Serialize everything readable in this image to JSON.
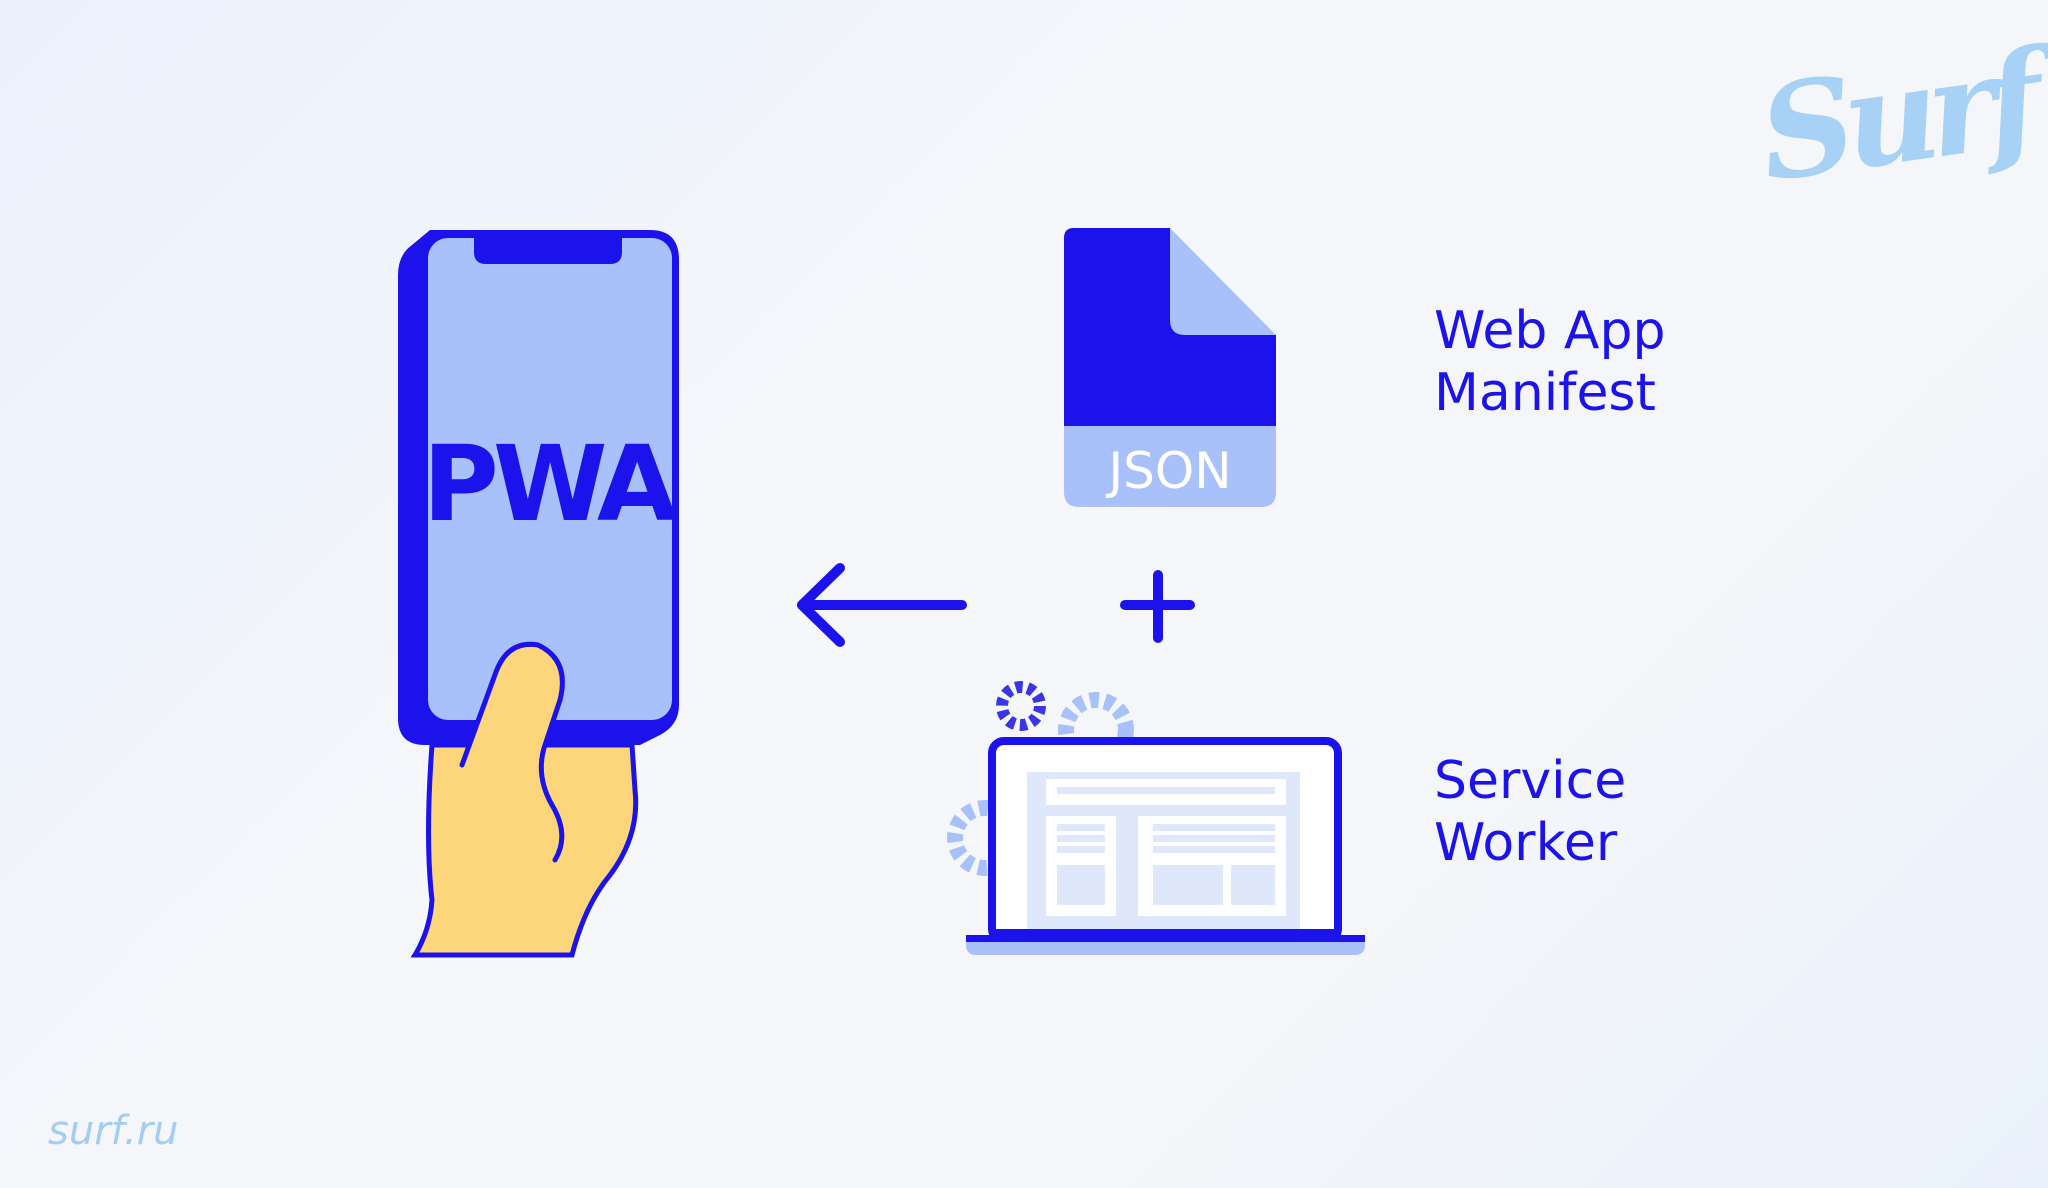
{
  "colors": {
    "primary": "#1c12ec",
    "light": "#a9c1fb",
    "pale": "#dfe8fb",
    "hand": "#fdd67b",
    "logo": "#a7d2f6"
  },
  "phone": {
    "label": "PWA"
  },
  "manifest": {
    "file_label": "JSON",
    "title_line1": "Web App",
    "title_line2": "Manifest"
  },
  "service_worker": {
    "title_line1": "Service",
    "title_line2": "Worker"
  },
  "logo": {
    "text": "Surf"
  },
  "footer": {
    "site": "surf.ru"
  }
}
